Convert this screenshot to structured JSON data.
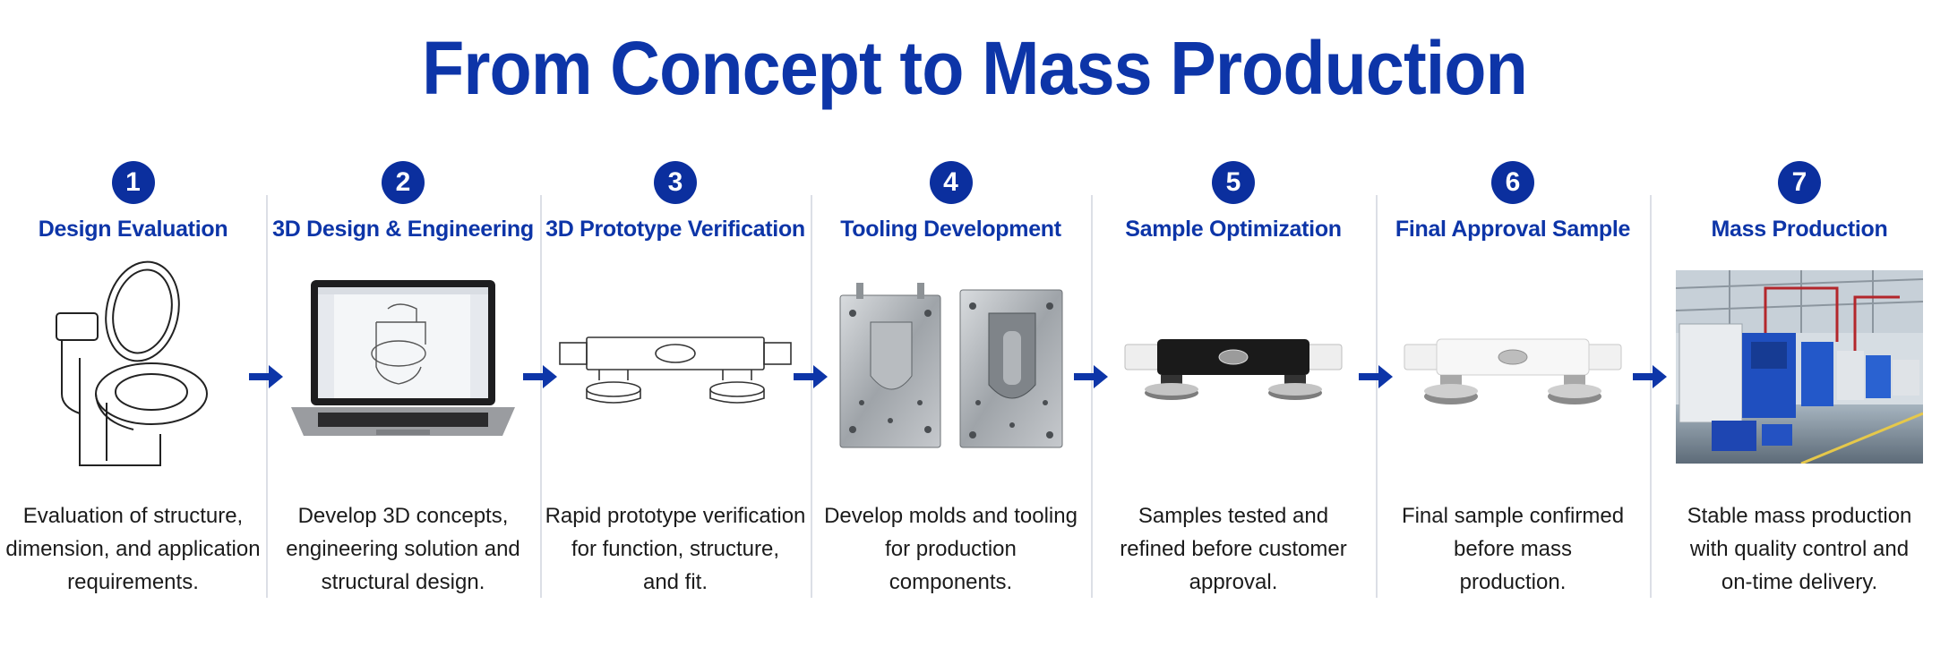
{
  "title": "From Concept to Mass Production",
  "colors": {
    "accent": "#0d35a8",
    "badge": "#0b2f9e",
    "divider": "#dcdfe6"
  },
  "steps": [
    {
      "number": "1",
      "title": "Design Evaluation",
      "icon": "toilet-sketch-icon",
      "desc": [
        "Evaluation of structure,",
        "dimension, and application",
        "requirements."
      ]
    },
    {
      "number": "2",
      "title": "3D Design & Engineering",
      "icon": "laptop-cad-icon",
      "desc": [
        "Develop 3D concepts,",
        "engineering solution and",
        "structural design."
      ]
    },
    {
      "number": "3",
      "title": "3D Prototype Verification",
      "icon": "prototype-drawing-icon",
      "desc": [
        "Rapid prototype verification",
        "for function, structure,",
        "and fit."
      ]
    },
    {
      "number": "4",
      "title": "Tooling Development",
      "icon": "mold-tooling-icon",
      "desc": [
        "Develop molds and tooling",
        "for production",
        "components."
      ]
    },
    {
      "number": "5",
      "title": "Sample Optimization",
      "icon": "black-sample-part-icon",
      "desc": [
        "Samples tested and",
        "refined before customer",
        "approval."
      ]
    },
    {
      "number": "6",
      "title": "Final Approval Sample",
      "icon": "white-sample-part-icon",
      "desc": [
        "Final sample confirmed",
        "before mass",
        "production."
      ]
    },
    {
      "number": "7",
      "title": "Mass Production",
      "icon": "factory-floor-icon",
      "desc": [
        "Stable mass production",
        "with quality control and",
        "on-time delivery."
      ]
    }
  ]
}
